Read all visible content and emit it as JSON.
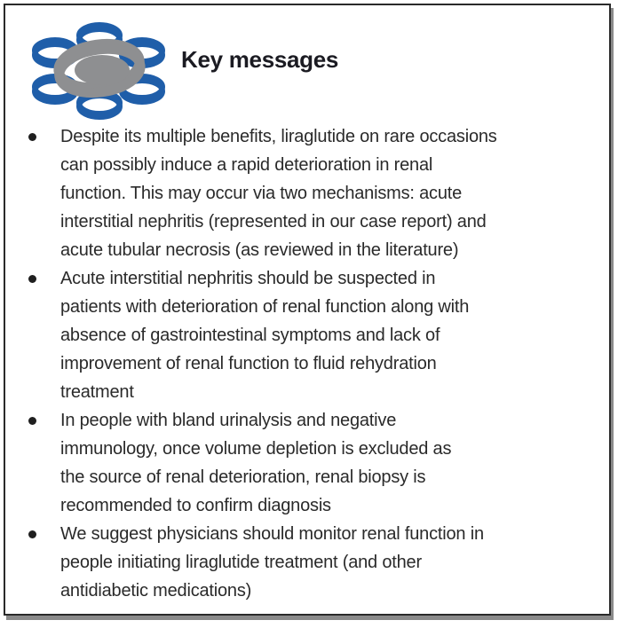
{
  "panel": {
    "title": "Key messages"
  },
  "icons": {
    "logo": "flower-of-rings-journal-logo"
  },
  "colors": {
    "logo_blue": "#1f5ea9",
    "logo_gray": "#8e8f91",
    "border": "#2a2a2a",
    "shadow": "#8a8a8a",
    "title_text": "#1b1b22",
    "body_text": "#2a2a2a",
    "background": "#ffffff"
  },
  "bullets": [
    {
      "text": "Despite its multiple benefits, liraglutide on rare occasions\ncan possibly induce a rapid deterioration in renal\nfunction. This may occur via two mechanisms: acute\ninterstitial nephritis (represented in our case report) and\nacute tubular necrosis (as reviewed in the literature)"
    },
    {
      "text": "Acute interstitial nephritis should be suspected in\npatients with deterioration of renal function along with\nabsence of gastrointestinal symptoms and lack of\nimprovement of renal function to fluid rehydration\ntreatment"
    },
    {
      "text": "In people with bland urinalysis and negative\nimmunology, once volume depletion is excluded as\nthe source of renal deterioration, renal biopsy is\nrecommended to confirm diagnosis"
    },
    {
      "text": "We suggest physicians should monitor renal function in\npeople initiating liraglutide treatment (and other\nantidiabetic medications)"
    }
  ]
}
